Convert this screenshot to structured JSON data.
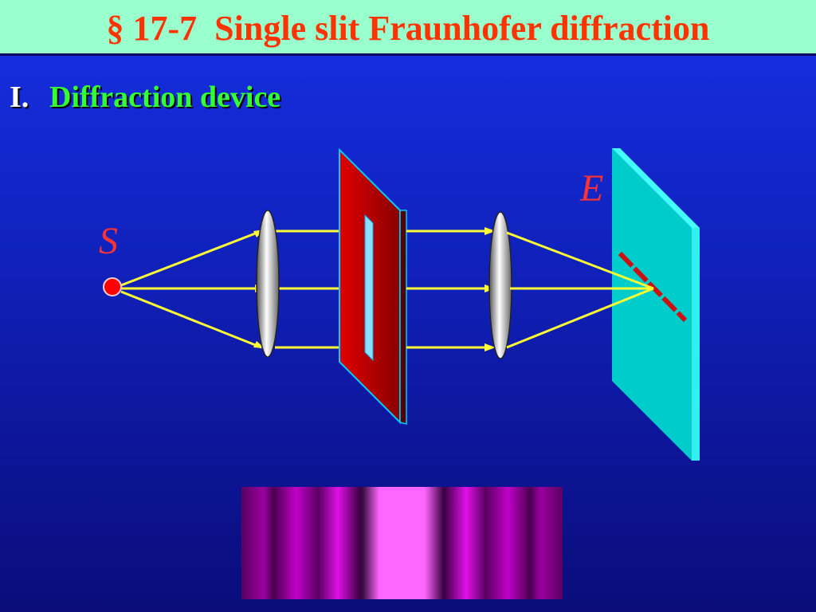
{
  "title": "§ 17-7  Single slit Fraunhofer diffraction",
  "section": {
    "number": "I.",
    "title": "Diffraction device"
  },
  "diagram": {
    "source_label": "S",
    "screen_label": "E",
    "colors": {
      "ray": "#ffff33",
      "slit_plate": "#cc0000",
      "screen": "#00cccc",
      "source": "#ff0000",
      "fringe": "#ff33ff"
    }
  }
}
